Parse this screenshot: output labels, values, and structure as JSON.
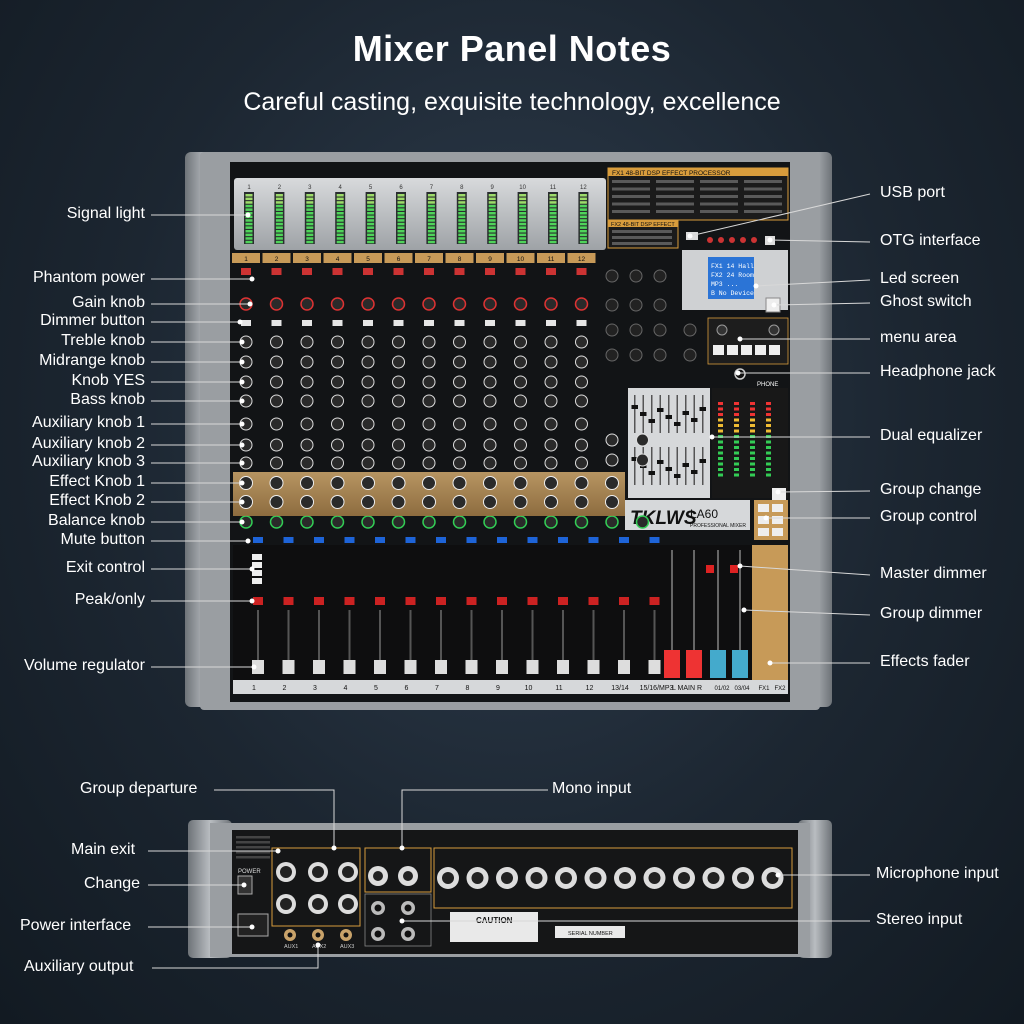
{
  "header": {
    "title": "Mixer Panel Notes",
    "subtitle": "Careful casting, exquisite technology, excellence"
  },
  "mixer": {
    "brand": "TKLWS",
    "model": "LA60",
    "tagline": "PROFESSIONAL MIXER",
    "fx1_title": "FX1  48-BIT DSP EFFECT PROCESSOR",
    "fx2_title": "FX2  48-BIT DSP EFFECT",
    "phone_label": "PHONE",
    "channels": [
      "1",
      "2",
      "3",
      "4",
      "5",
      "6",
      "7",
      "8",
      "9",
      "10",
      "11",
      "12",
      "13/14",
      "15/16/MP3"
    ],
    "main_label": "L MAIN R",
    "groups": [
      "01/02",
      "03/04"
    ],
    "fx_faders": [
      "FX1",
      "FX2"
    ],
    "screen_lines": [
      "FX1 14 Hall",
      "FX2 24 Room",
      "MP3 ...",
      "B No Device"
    ]
  },
  "rear": {
    "power_label": "POWER",
    "caution": "CAUTION",
    "serial": "SERIAL NUMBER",
    "aux_labels": [
      "AUX1",
      "AUX2",
      "AUX3"
    ]
  },
  "callouts_left": [
    {
      "id": "signal-light",
      "text": "Signal light"
    },
    {
      "id": "phantom-power",
      "text": "Phantom power"
    },
    {
      "id": "gain-knob",
      "text": "Gain knob"
    },
    {
      "id": "dimmer-button",
      "text": "Dimmer button"
    },
    {
      "id": "treble-knob",
      "text": "Treble knob"
    },
    {
      "id": "midrange-knob",
      "text": "Midrange knob"
    },
    {
      "id": "knob-yes",
      "text": "Knob YES"
    },
    {
      "id": "bass-knob",
      "text": "Bass knob"
    },
    {
      "id": "auxiliary-knob-1",
      "text": "Auxiliary knob 1"
    },
    {
      "id": "auxiliary-knob-2",
      "text": "Auxiliary knob 2"
    },
    {
      "id": "auxiliary-knob-3",
      "text": "Auxiliary knob 3"
    },
    {
      "id": "effect-knob-1",
      "text": "Effect Knob 1"
    },
    {
      "id": "effect-knob-2",
      "text": "Effect Knob 2"
    },
    {
      "id": "balance-knob",
      "text": "Balance knob"
    },
    {
      "id": "mute-button",
      "text": "Mute button"
    },
    {
      "id": "exit-control",
      "text": "Exit control"
    },
    {
      "id": "peak-only",
      "text": "Peak/only"
    },
    {
      "id": "volume-regulator",
      "text": "Volume regulator"
    }
  ],
  "callouts_right": [
    {
      "id": "usb-port",
      "text": "USB port"
    },
    {
      "id": "otg-interface",
      "text": "OTG interface"
    },
    {
      "id": "led-screen",
      "text": "Led screen"
    },
    {
      "id": "ghost-switch",
      "text": "Ghost switch"
    },
    {
      "id": "menu-area",
      "text": "menu area"
    },
    {
      "id": "headphone-jack",
      "text": "Headphone jack"
    },
    {
      "id": "dual-equalizer",
      "text": "Dual equalizer"
    },
    {
      "id": "group-change",
      "text": "Group change"
    },
    {
      "id": "group-control",
      "text": "Group control"
    },
    {
      "id": "master-dimmer",
      "text": "Master dimmer"
    },
    {
      "id": "group-dimmer",
      "text": "Group dimmer"
    },
    {
      "id": "effects-fader",
      "text": "Effects fader"
    }
  ],
  "callouts_rear": [
    {
      "id": "group-departure",
      "text": "Group departure"
    },
    {
      "id": "mono-input",
      "text": "Mono input"
    },
    {
      "id": "main-exit",
      "text": "Main exit"
    },
    {
      "id": "change",
      "text": "Change"
    },
    {
      "id": "power-interface",
      "text": "Power interface"
    },
    {
      "id": "auxiliary-output",
      "text": "Auxiliary output"
    },
    {
      "id": "microphone-input",
      "text": "Microphone input"
    },
    {
      "id": "stereo-input",
      "text": "Stereo input"
    }
  ]
}
